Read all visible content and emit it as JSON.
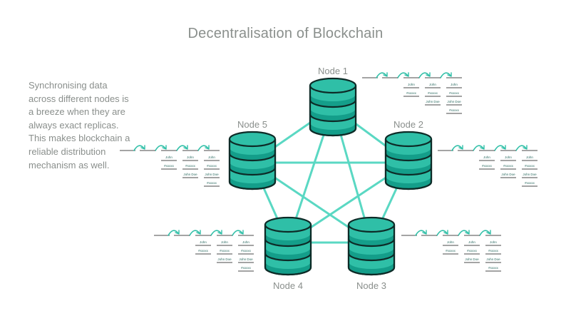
{
  "title": "Decentralisation of Blockchain",
  "description": "Synchronising data across different nodes is a breeze when they are always exact replicas. This makes blockchain a reliable distribution mechanism as well.",
  "colors": {
    "db_fill": "#2fbfa7",
    "db_band": "#149e8a",
    "db_outline": "#0d2b27",
    "edge": "#5ad8c3",
    "ledger_line": "#4a4a4a",
    "ledger_text": "#2a6a60",
    "arrow": "#2fbfa7",
    "text_gray": "#8a8f8c"
  },
  "nodes": [
    {
      "id": "node-1",
      "label": "Node 1"
    },
    {
      "id": "node-2",
      "label": "Node 2"
    },
    {
      "id": "node-3",
      "label": "Node 3"
    },
    {
      "id": "node-4",
      "label": "Node 4"
    },
    {
      "id": "node-5",
      "label": "Node 5"
    }
  ],
  "edges": [
    [
      "node-1",
      "node-2"
    ],
    [
      "node-2",
      "node-3"
    ],
    [
      "node-3",
      "node-4"
    ],
    [
      "node-4",
      "node-5"
    ],
    [
      "node-5",
      "node-1"
    ],
    [
      "node-1",
      "node-3"
    ],
    [
      "node-1",
      "node-4"
    ],
    [
      "node-2",
      "node-4"
    ],
    [
      "node-2",
      "node-5"
    ],
    [
      "node-3",
      "node-5"
    ]
  ],
  "ledger": {
    "icon": "curved-arrow-icon",
    "columns": [
      [
        "John",
        "#xxxxx"
      ],
      [
        "John",
        "#xxxxx",
        "John Doe"
      ],
      [
        "John",
        "#xxxxx",
        "John Doe",
        "#xxxxx"
      ]
    ]
  }
}
